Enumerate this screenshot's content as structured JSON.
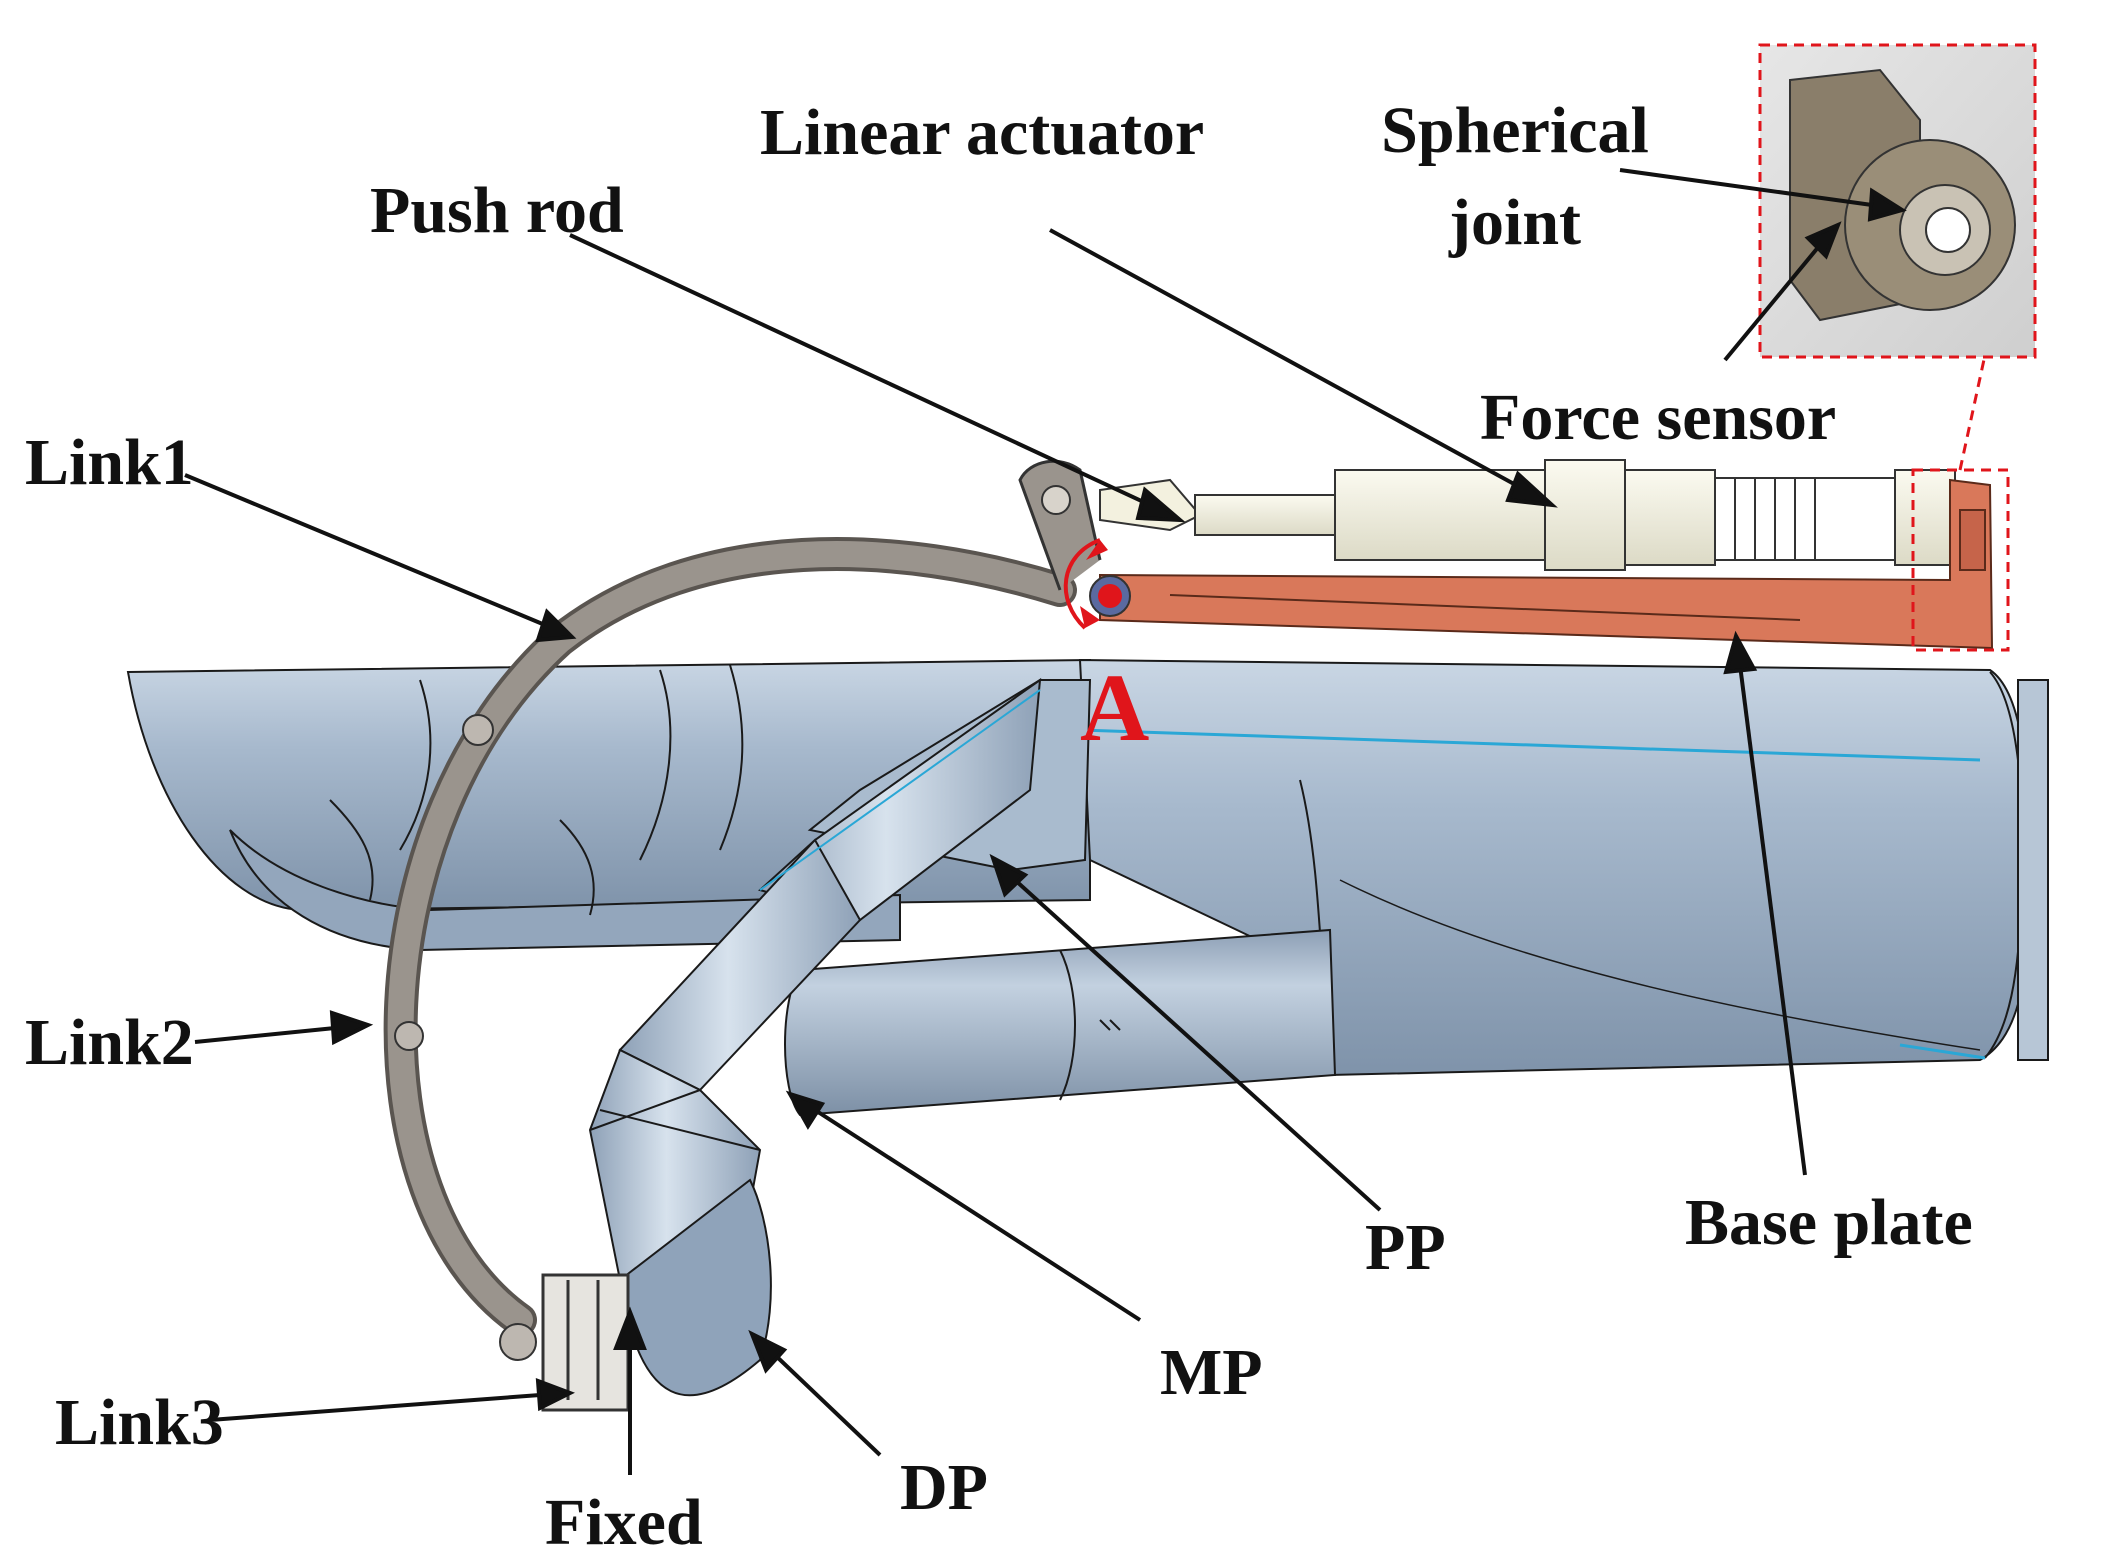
{
  "labels": {
    "push_rod": "Push rod",
    "linear_actuator": "Linear actuator",
    "spherical_joint_line1": "Spherical",
    "spherical_joint_line2": "joint",
    "force_sensor": "Force sensor",
    "link1": "Link1",
    "link2": "Link2",
    "link3": "Link3",
    "fixed": "Fixed",
    "dp": "DP",
    "mp": "MP",
    "pp": "PP",
    "base_plate": "Base plate",
    "point_a": "A"
  },
  "colors": {
    "finger_body": "#9fb2c8",
    "finger_highlight": "#d6e2ee",
    "finger_shadow": "#6e8299",
    "linkage": "#8a8580",
    "actuator": "#f1f0de",
    "base_plate": "#d9785a",
    "annotation_red": "#e0151b",
    "edge_line": "#1a1a1a",
    "cyan_line": "#2aa7d6"
  }
}
